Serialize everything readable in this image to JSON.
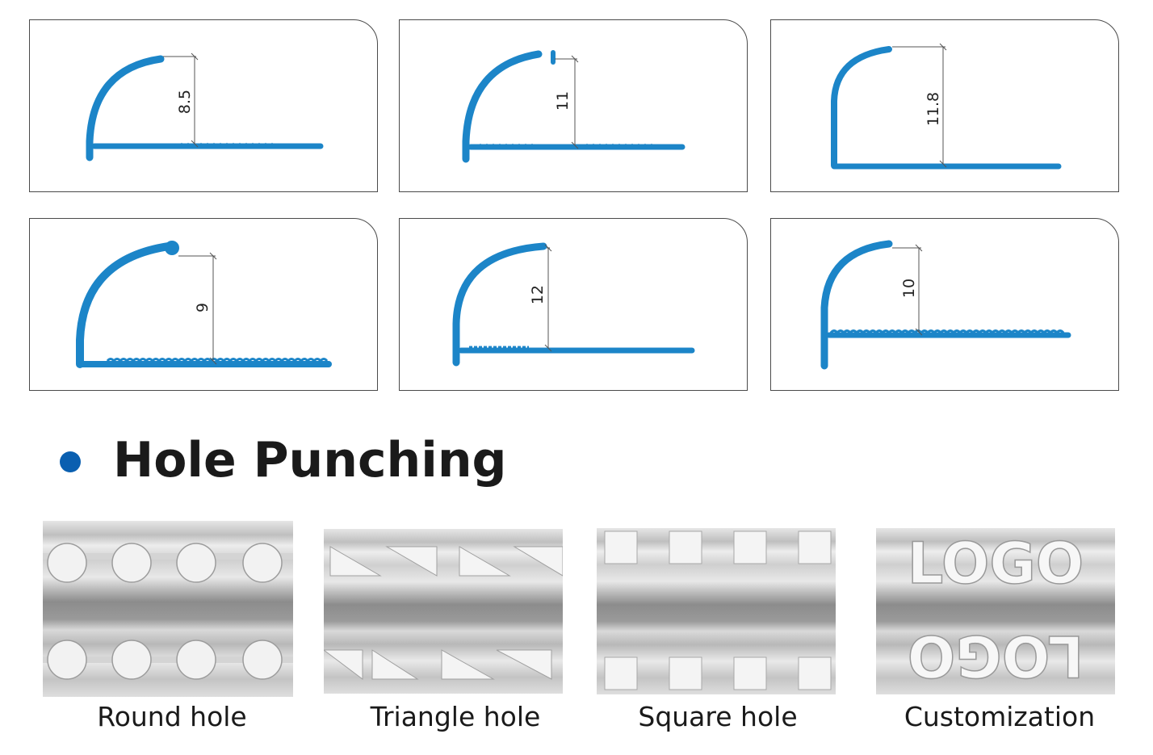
{
  "profiles": [
    {
      "id": "p1",
      "dimension": "8.5"
    },
    {
      "id": "p2",
      "dimension": "11"
    },
    {
      "id": "p3",
      "dimension": "11.8"
    },
    {
      "id": "p4",
      "dimension": "9"
    },
    {
      "id": "p5",
      "dimension": "12"
    },
    {
      "id": "p6",
      "dimension": "10"
    }
  ],
  "section": {
    "title": "Hole Punching"
  },
  "hole_types": [
    {
      "label": "Round hole",
      "icon": "round-hole-sample"
    },
    {
      "label": "Triangle hole",
      "icon": "triangle-hole-sample"
    },
    {
      "label": "Square hole",
      "icon": "square-hole-sample"
    },
    {
      "label": "Customization",
      "icon": "logo-hole-sample",
      "logo_text": "LOGO"
    }
  ],
  "colors": {
    "profile_blue": "#1c85c8",
    "bullet_blue": "#0a5fb0"
  }
}
